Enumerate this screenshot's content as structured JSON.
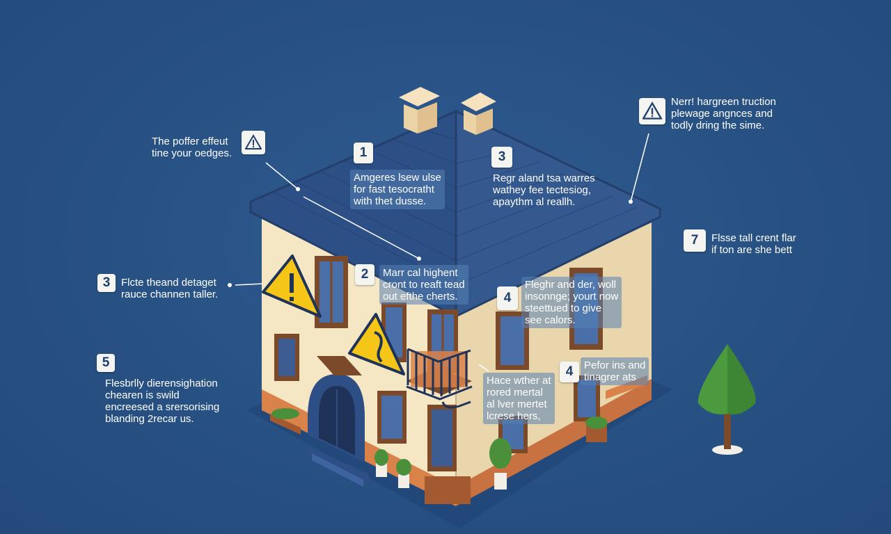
{
  "callouts": [
    {
      "badge": "1",
      "lines": [
        "Amgeres lsew ulse",
        "for fast tesocratht",
        "with thet dusse."
      ]
    },
    {
      "badge": "2",
      "lines": [
        "Marr cal highent",
        "cront to reaft tead",
        "out efthe cherts."
      ]
    },
    {
      "badge": "3",
      "lines": [
        "Regr aland tsa warres",
        "wathey fee tectesiog,",
        "apaythm al reallh."
      ]
    },
    {
      "badge": "3",
      "lines": [
        "Flcte theand detaget",
        "rauce channen taller."
      ]
    },
    {
      "badge": "4",
      "lines": [
        "Fleghr and der, woll",
        "insonnge; yourt now",
        "steettued to give",
        "see calors."
      ]
    },
    {
      "badge": "4",
      "lines": [
        "Pefor ins and",
        "tinagrer ats"
      ]
    },
    {
      "badge": "5",
      "lines": [
        "Flesbrlly dierensighation",
        "chearen is swild",
        "encreesed a srersorising",
        "blanding 2recar us."
      ]
    },
    {
      "badge": "7",
      "lines": [
        "Flsse tall crent flar",
        "if ton are she bett"
      ]
    }
  ],
  "warnings": [
    {
      "lines": [
        "The poffer effeut",
        "tine your oedges."
      ]
    },
    {
      "lines": [
        "Nerr! hargreen truction",
        "plewage angnces and",
        "todly dring the sime."
      ]
    }
  ],
  "unnumbered": {
    "lines": [
      "Hace wther at",
      "rored mertal",
      "al lver mertet",
      "lcrese hers,"
    ]
  },
  "colors": {
    "background": "#285183",
    "wall": "#f5e6c4",
    "roof": "#2c4f86",
    "warning": "#f5c518",
    "badge": "#f4f4f0"
  }
}
